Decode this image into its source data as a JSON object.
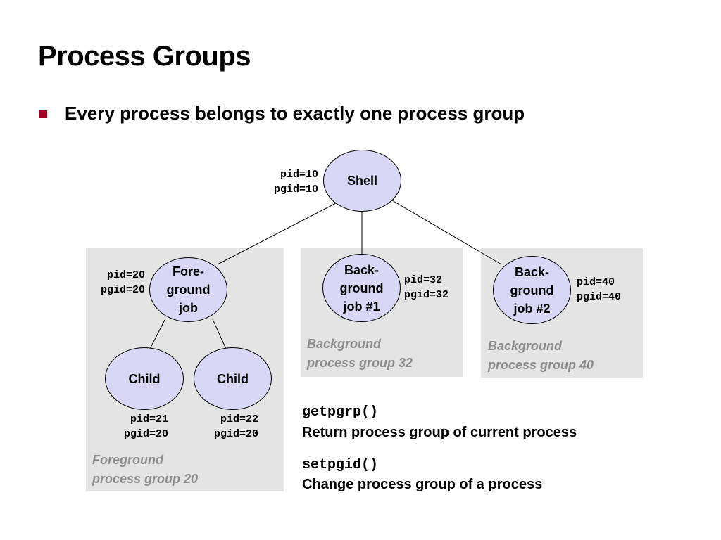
{
  "slide": {
    "title": "Process Groups",
    "bullet": "Every process belongs to exactly one process group"
  },
  "diagram": {
    "nodes": {
      "shell": {
        "label": "Shell",
        "ids": "pid=10\npgid=10"
      },
      "foreground_job": {
        "label": "Fore-\nground\njob",
        "ids": "pid=20\npgid=20"
      },
      "child_1": {
        "label": "Child",
        "ids": "pid=21\npgid=20"
      },
      "child_2": {
        "label": "Child",
        "ids": "pid=22\npgid=20"
      },
      "background_job_1": {
        "label": "Back-\nground\njob #1",
        "ids": "pid=32\npgid=32"
      },
      "background_job_2": {
        "label": "Back-\nground\njob #2",
        "ids": "pid=40\npgid=40"
      }
    },
    "groups": {
      "foreground": {
        "caption_line1": "Foreground",
        "caption_line2": "process group 20"
      },
      "background_32": {
        "caption_line1": "Background",
        "caption_line2": "process group 32"
      },
      "background_40": {
        "caption_line1": "Background",
        "caption_line2": "process group 40"
      }
    }
  },
  "functions": [
    {
      "name": "getpgrp()",
      "description": "Return process group of current process"
    },
    {
      "name": "setpgid()",
      "description": "Change process group of a process"
    }
  ],
  "colors": {
    "bullet": "#a50021",
    "node_fill": "#d8d8f6",
    "group_box": "#e4e4e4",
    "caption_text": "#8c8c8c"
  }
}
